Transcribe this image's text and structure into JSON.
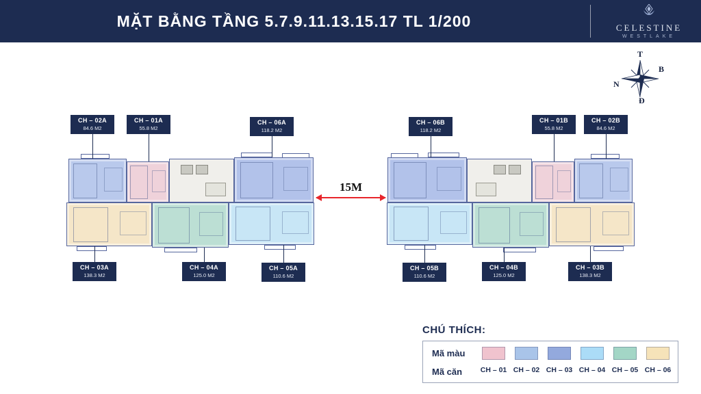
{
  "header": {
    "title": "MẶT BẰNG TẦNG 5.7.9.11.13.15.17 TL 1/200",
    "brand_name": "CELESTINE",
    "brand_sub": "WESTLAKE"
  },
  "compass": {
    "top": "T",
    "right": "B",
    "left": "N",
    "bottom": "Đ"
  },
  "distance_label": "15M",
  "units": [
    {
      "id": "02A",
      "code": "CH – 02A",
      "area": "84.6 M2"
    },
    {
      "id": "01A",
      "code": "CH – 01A",
      "area": "55.8 M2"
    },
    {
      "id": "06A",
      "code": "CH – 06A",
      "area": "118.2 M2"
    },
    {
      "id": "03A",
      "code": "CH – 03A",
      "area": "138.3 M2"
    },
    {
      "id": "04A",
      "code": "CH – 04A",
      "area": "125.0 M2"
    },
    {
      "id": "05A",
      "code": "CH – 05A",
      "area": "110.6 M2"
    },
    {
      "id": "06B",
      "code": "CH – 06B",
      "area": "118.2 M2"
    },
    {
      "id": "01B",
      "code": "CH – 01B",
      "area": "55.8 M2"
    },
    {
      "id": "02B",
      "code": "CH – 02B",
      "area": "84.6 M2"
    },
    {
      "id": "05B",
      "code": "CH – 05B",
      "area": "110.6 M2"
    },
    {
      "id": "04B",
      "code": "CH – 04B",
      "area": "125.0 M2"
    },
    {
      "id": "03B",
      "code": "CH – 03B",
      "area": "138.3 M2"
    }
  ],
  "plan_colors": {
    "ch01": "#efd2da",
    "ch02": "#b9c9ec",
    "ch03": "#f5e6c8",
    "ch04": "#bcdfd4",
    "ch05": "#c8e6f6",
    "ch06": "#b2c2ea",
    "core": "#f0efeb"
  },
  "legend": {
    "title": "CHÚ THÍCH:",
    "color_row_label": "Mã màu",
    "code_row_label": "Mã căn",
    "entries": [
      {
        "code": "CH – 01",
        "color": "#f0c3ce"
      },
      {
        "code": "CH – 02",
        "color": "#a9c4e9"
      },
      {
        "code": "CH – 03",
        "color": "#93a9dd"
      },
      {
        "code": "CH – 04",
        "color": "#abdcf7"
      },
      {
        "code": "CH – 05",
        "color": "#a3d6c6"
      },
      {
        "code": "CH – 06",
        "color": "#f6e3b9"
      }
    ]
  }
}
